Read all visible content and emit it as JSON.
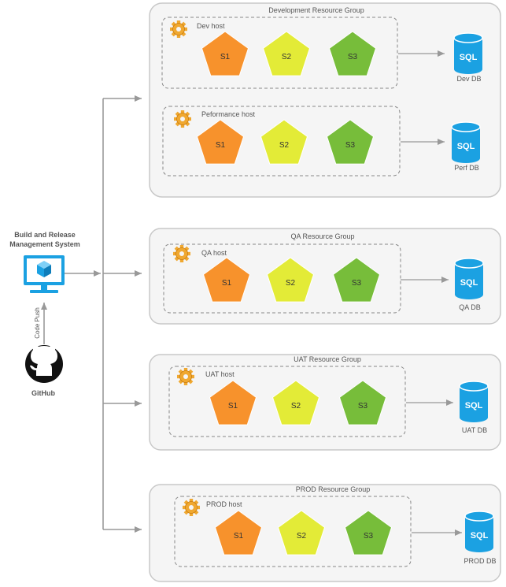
{
  "build_system": {
    "label_line1": "Build and Release",
    "label_line2": "Management System"
  },
  "code_push_label": "Code Push",
  "github": {
    "label": "GitHub",
    "icon": "github-octocat-icon"
  },
  "services": [
    "S1",
    "S2",
    "S3"
  ],
  "service_colors": [
    "#f7922c",
    "#e3eb37",
    "#77bd3a"
  ],
  "db_icon_text": "SQL",
  "colors": {
    "db": "#1ba1e2",
    "arrow": "#999999",
    "monitor": "#1ba1e2",
    "gear": "#f0a830"
  },
  "groups": [
    {
      "name": "Development Resource Group",
      "hosts": [
        {
          "name": "Dev host",
          "db": "Dev DB"
        },
        {
          "name": "Peformance host",
          "db": "Perf DB"
        }
      ]
    },
    {
      "name": "QA Resource Group",
      "hosts": [
        {
          "name": "QA host",
          "db": "QA DB"
        }
      ]
    },
    {
      "name": "UAT Resource Group",
      "hosts": [
        {
          "name": "UAT host",
          "db": "UAT DB"
        }
      ]
    },
    {
      "name": "PROD Resource Group",
      "hosts": [
        {
          "name": "PROD host",
          "db": "PROD DB"
        }
      ]
    }
  ]
}
